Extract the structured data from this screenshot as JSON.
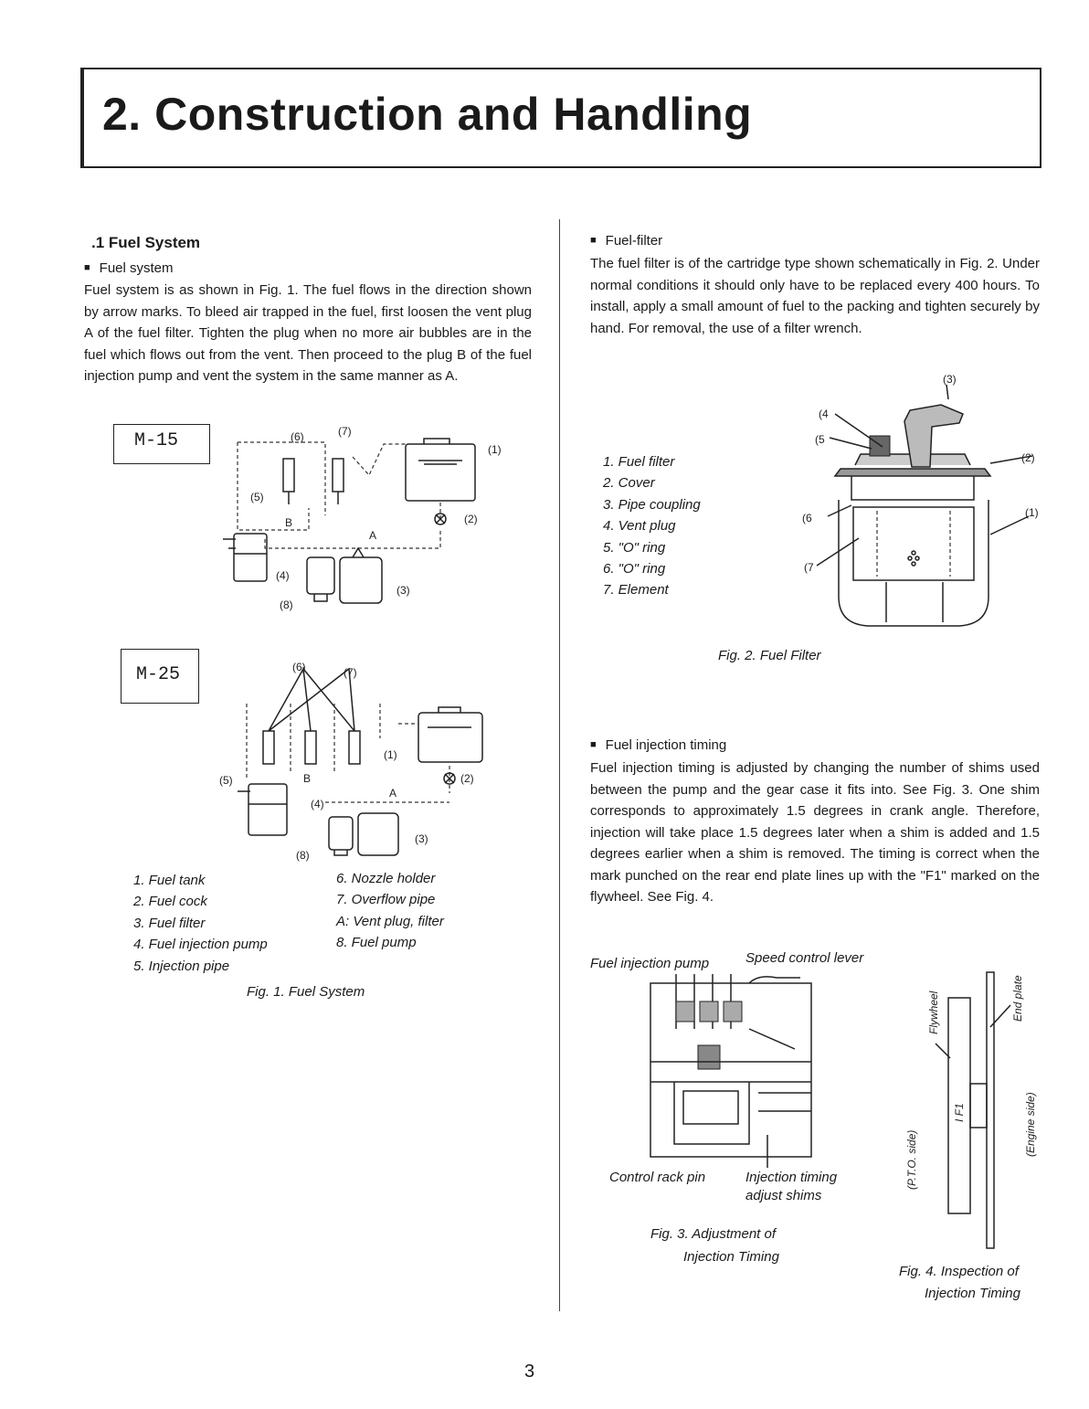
{
  "page": {
    "title": "2. Construction and Handling",
    "page_number": "3"
  },
  "left": {
    "section_heading": ".1 Fuel System",
    "subheading": "Fuel system",
    "paragraph": "Fuel system is as shown in Fig. 1. The fuel flows in the direction shown by arrow marks. To bleed air trapped in the fuel, first loosen the vent plug A of the fuel filter. Tighten the plug when no more air bubbles are in the fuel which flows out from the vent. Then proceed to the plug B of the fuel injection pump and vent the system in the same manner as A.",
    "model_labels": [
      "M-15",
      "M-25"
    ],
    "diagram_callouts": [
      "(1)",
      "(2)",
      "(3)",
      "(4)",
      "(5)",
      "(6)",
      "(7)",
      "(8)",
      "A",
      "B"
    ],
    "legend_col1": [
      "1. Fuel tank",
      "2. Fuel cock",
      "3. Fuel filter",
      "4. Fuel injection pump",
      "5. Injection pipe"
    ],
    "legend_col2": [
      "6. Nozzle holder",
      "7. Overflow pipe",
      "A: Vent plug, filter",
      "8. Fuel pump"
    ],
    "fig_caption": "Fig. 1. Fuel System"
  },
  "right": {
    "filter_heading": "Fuel-filter",
    "filter_paragraph": "The fuel filter is of the cartridge type shown schematically in Fig. 2. Under normal conditions it should only have to be replaced every 400 hours. To install, apply a small amount of fuel to the packing and tighten securely by hand. For removal, the use of a filter wrench.",
    "filter_legend": [
      "1. Fuel filter",
      "2. Cover",
      "3. Pipe coupling",
      "4. Vent plug",
      "5. \"O\" ring",
      "6. \"O\" ring",
      "7. Element"
    ],
    "filter_callouts": [
      "(1)",
      "(2)",
      "(3)",
      "(4)",
      "(5)",
      "(6)",
      "(7)"
    ],
    "fig2_caption": "Fig. 2. Fuel Filter",
    "timing_heading": "Fuel injection timing",
    "timing_paragraph": "Fuel injection timing is adjusted by changing the number of shims used between the pump and the gear case it fits into. See Fig. 3. One shim corresponds to approximately 1.5 degrees in crank angle. Therefore, injection will take place 1.5 degrees later when a shim is added and 1.5 degrees earlier when a shim is removed. The timing is correct when the mark punched on the rear end plate lines up with the \"F1\" marked on the flywheel. See Fig. 4.",
    "fig3_labels": {
      "pump": "Fuel injection pump",
      "lever": "Speed control lever",
      "rack": "Control rack pin",
      "shims_1": "Injection timing",
      "shims_2": "adjust shims"
    },
    "fig3_caption": [
      "Fig. 3. Adjustment of",
      "Injection Timing"
    ],
    "fig4_labels": {
      "flywheel": "Flywheel",
      "end_plate": "End plate",
      "f1": "F1",
      "pto": "(P.T.O. side)",
      "engine": "(Engine side)"
    },
    "fig4_caption": [
      "Fig. 4. Inspection of",
      "Injection Timing"
    ]
  }
}
